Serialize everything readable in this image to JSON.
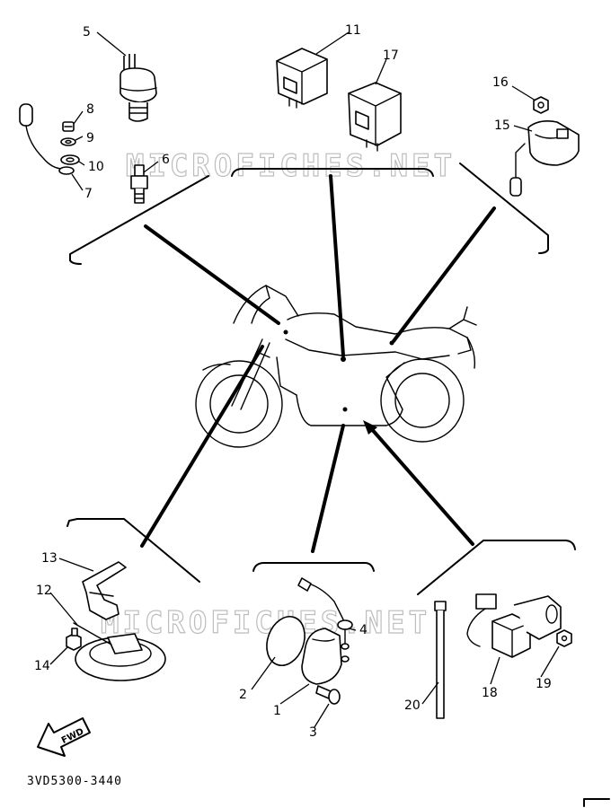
{
  "watermark": {
    "top": "MICROFICHES.NET",
    "bottom": "MICROFICHES.NET"
  },
  "diagram_code": "3VD5300-3440",
  "fwd_label": "FWD",
  "callouts": [
    "1",
    "2",
    "3",
    "4",
    "5",
    "6",
    "7",
    "8",
    "9",
    "10",
    "11",
    "12",
    "13",
    "14",
    "15",
    "16",
    "17",
    "18",
    "19",
    "20"
  ]
}
